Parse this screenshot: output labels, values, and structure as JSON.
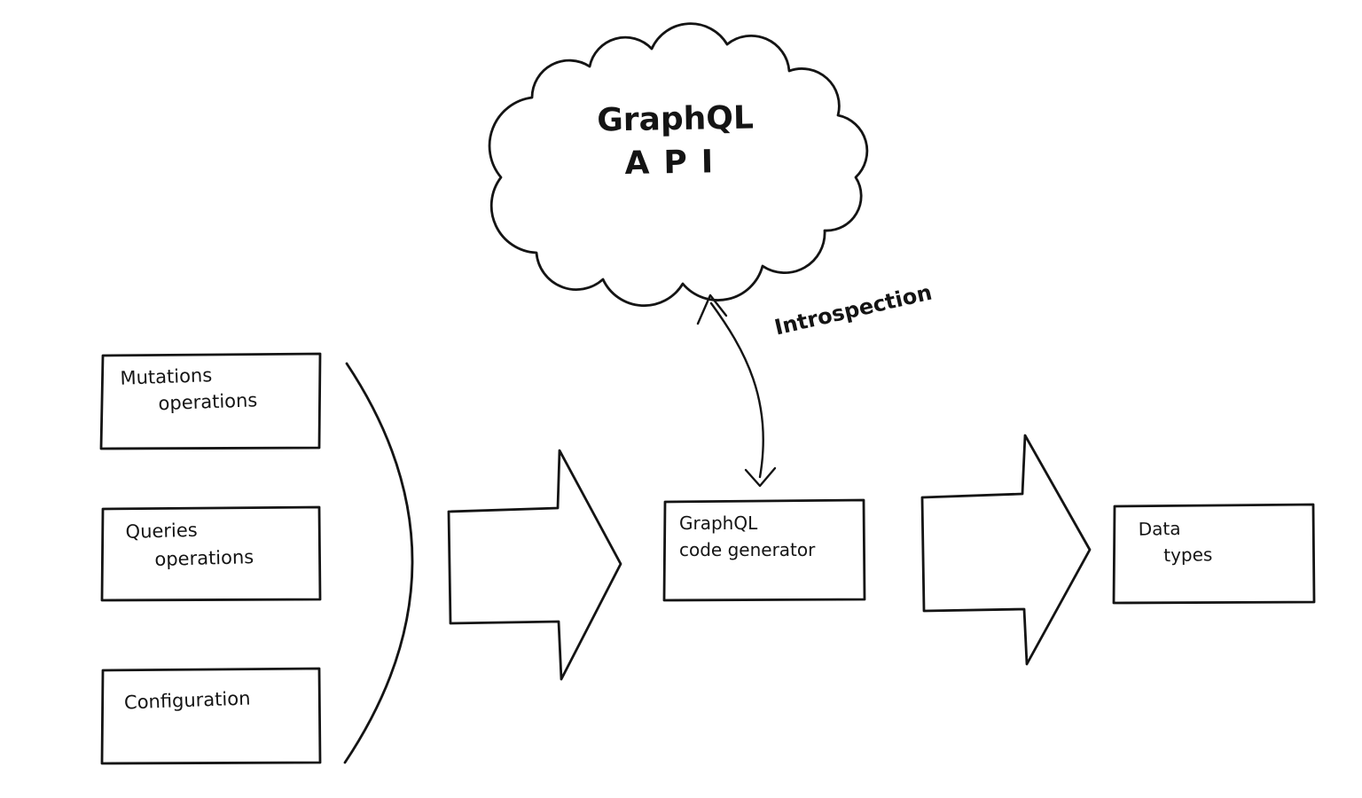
{
  "diagram": {
    "cloud": {
      "line1": "GraphQL",
      "line2": "API"
    },
    "introspection": {
      "label": "Introspection"
    },
    "inputs": [
      {
        "line1": "Mutations",
        "line2": "operations"
      },
      {
        "line1": "Queries",
        "line2": "operations"
      },
      {
        "line1": "Configuration"
      }
    ],
    "generator": {
      "line1": "GraphQL",
      "line2": "code generator"
    },
    "output": {
      "line1": "Data",
      "line2": "types"
    },
    "colors": {
      "ink": "#141414",
      "background": "#ffffff"
    }
  }
}
